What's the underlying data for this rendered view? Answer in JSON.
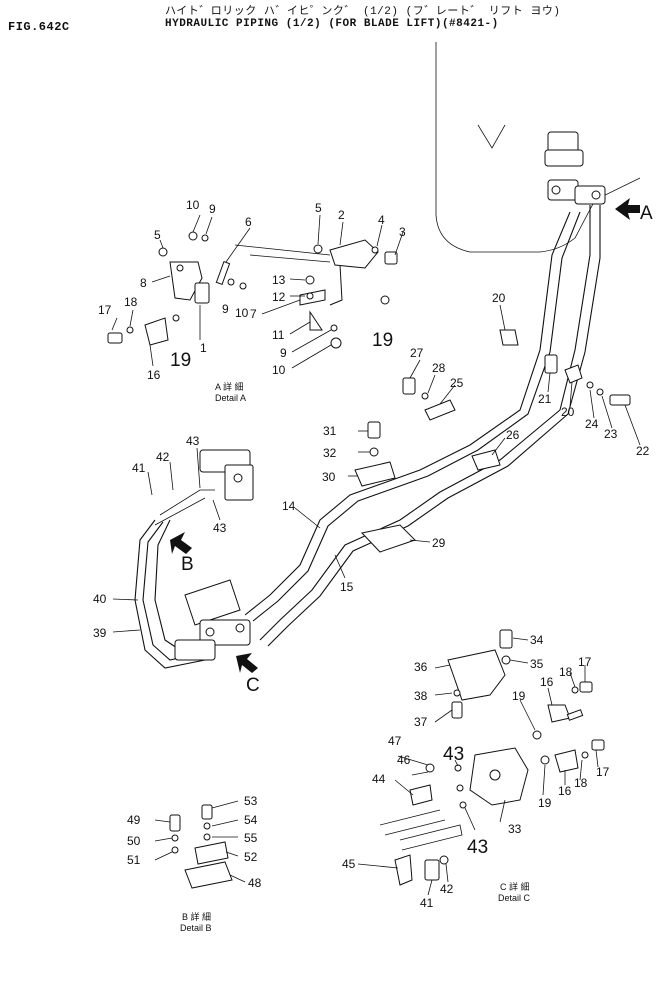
{
  "header": {
    "fig_no": "FIG.642C",
    "title_kana": "ハイト゛ロリック ハ゛イヒ゜ンク゛ (1/2) (フ゛レート゛ リフト ヨウ)",
    "title_en": "HYDRAULIC PIPING (1/2) (FOR BLADE LIFT)(#8421-)"
  },
  "arrows": {
    "a": "A",
    "b": "B",
    "c": "C"
  },
  "details": {
    "a_jp": "A 詳 細",
    "a_en": "Detail A",
    "b_jp": "B 詳 細",
    "b_en": "Detail B",
    "c_jp": "C 詳 細",
    "c_en": "Detail C"
  },
  "labels": {
    "n1": "1",
    "n2": "2",
    "n3": "3",
    "n4": "4",
    "n5": "5",
    "n6": "6",
    "n7": "7",
    "n8": "8",
    "n9": "9",
    "n10": "10",
    "n11": "11",
    "n12": "12",
    "n13": "13",
    "n14": "14",
    "n15": "15",
    "n16": "16",
    "n17": "17",
    "n18": "18",
    "n19": "19",
    "n20": "20",
    "n21": "21",
    "n22": "22",
    "n23": "23",
    "n24": "24",
    "n25": "25",
    "n26": "26",
    "n27": "27",
    "n28": "28",
    "n29": "29",
    "n30": "30",
    "n31": "31",
    "n32": "32",
    "n33": "33",
    "n34": "34",
    "n35": "35",
    "n36": "36",
    "n37": "37",
    "n38": "38",
    "n39": "39",
    "n40": "40",
    "n41": "41",
    "n42": "42",
    "n43": "43",
    "n44": "44",
    "n45": "45",
    "n46": "46",
    "n47": "47",
    "n48": "48",
    "n49": "49",
    "n50": "50",
    "n51": "51",
    "n52": "52",
    "n53": "53",
    "n54": "54",
    "n55": "55"
  }
}
